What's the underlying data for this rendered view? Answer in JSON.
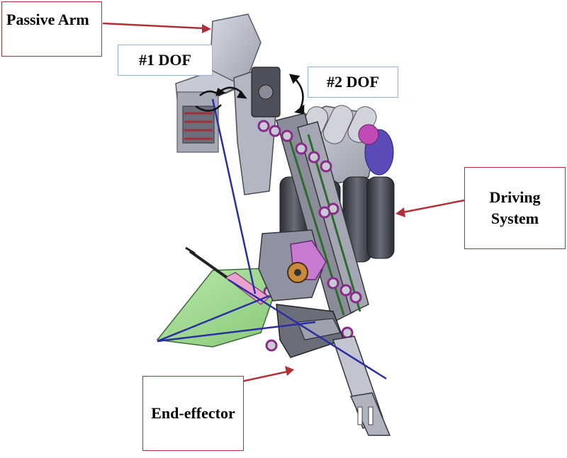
{
  "labels": {
    "passive_arm": "Passive Arm",
    "dof1": "#1 DOF",
    "dof2": "#2 DOF",
    "driving_system_line1": "Driving",
    "driving_system_line2": "System",
    "end_effector": "End-effector"
  },
  "colors": {
    "red_border": "#a8323a",
    "blue_border": "#8fb4d8",
    "arrow": "#b03038",
    "frame_gray": "#b9bcc8",
    "dark_gray": "#3b3d45",
    "purple": "#9a3aa0",
    "pink": "#e58fc6",
    "green_plate": "#9fd890",
    "blue_line": "#2a2ea0"
  }
}
